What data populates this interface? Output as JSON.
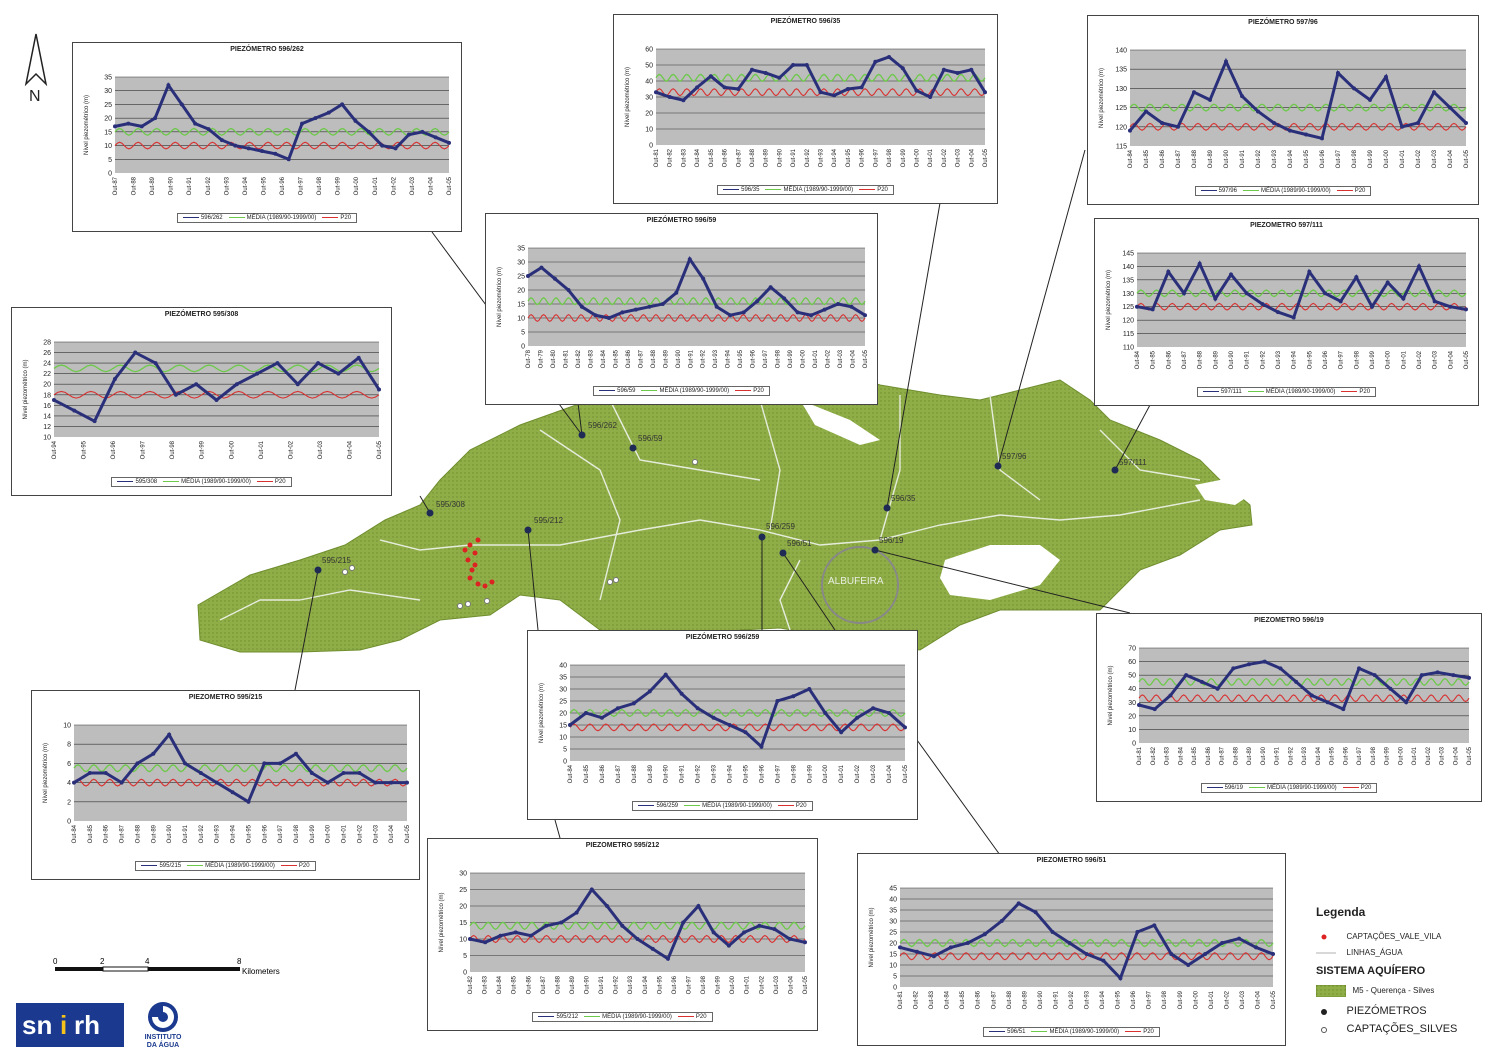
{
  "map": {
    "north_label": "N",
    "albufeira_label": "ALBUFEIRA",
    "scale_labels": [
      "0",
      "2",
      "4",
      "8"
    ],
    "scale_unit": "Kilometers",
    "aquifer_color": "#8fae48",
    "wells": [
      {
        "label": "596/262"
      },
      {
        "label": "596/59"
      },
      {
        "label": "595/308"
      },
      {
        "label": "595/212"
      },
      {
        "label": "595/215"
      },
      {
        "label": "596/259"
      },
      {
        "label": "596/51"
      },
      {
        "label": "596/35"
      },
      {
        "label": "596/19"
      },
      {
        "label": "597/96"
      },
      {
        "label": "597/111"
      }
    ]
  },
  "legend": {
    "title": "Legenda",
    "items": [
      {
        "label": "CAPTAÇÕES_VALE_VILA",
        "color": "#dd2222"
      },
      {
        "label": "LINHAS_ÁGUA",
        "color": "#dddddd"
      },
      {
        "label": "SISTEMA AQUÍFERO"
      },
      {
        "label": "M5 - Querença - Silves",
        "color": "#8fae48"
      },
      {
        "label": "PIEZÓMETROS",
        "color": "#222222"
      },
      {
        "label": "CAPTAÇÕES_SILVES",
        "color": "#888888"
      }
    ]
  },
  "logos": {
    "snirh": [
      "sn",
      "i",
      "rh"
    ],
    "inag": [
      "INSTITUTO",
      "DA ÁGUA"
    ]
  },
  "chart_data": [
    {
      "id": "596/262",
      "type": "line",
      "title": "PIEZÓMETRO 596/262",
      "ylabel": "Nível piezométrico (m)",
      "ylim": [
        0,
        35
      ],
      "yticks": [
        0,
        5,
        10,
        15,
        20,
        25,
        30,
        35
      ],
      "start_year": 1987,
      "end_year": 2005,
      "series_labels": [
        "596/262",
        "MÉDIA (1989/90-1999/00)",
        "P20"
      ],
      "mean": 15,
      "p20": 10,
      "values": [
        17,
        18,
        17,
        20,
        32,
        25,
        18,
        16,
        12,
        10,
        9,
        8,
        7,
        5,
        18,
        20,
        22,
        25,
        19,
        15,
        10,
        9,
        14,
        15,
        13,
        11
      ]
    },
    {
      "id": "596/35",
      "type": "line",
      "title": "PIEZÓMETRO 596/35",
      "ylabel": "Nível piezométrico (m)",
      "ylim": [
        0,
        60
      ],
      "yticks": [
        0,
        10,
        20,
        30,
        40,
        50,
        60
      ],
      "start_year": 1981,
      "end_year": 2005,
      "series_labels": [
        "596/35",
        "MÉDIA (1989/90-1999/00)",
        "P20"
      ],
      "mean": 42,
      "p20": 33,
      "values": [
        33,
        30,
        28,
        36,
        43,
        36,
        35,
        47,
        45,
        42,
        50,
        50,
        33,
        31,
        35,
        36,
        52,
        55,
        48,
        34,
        30,
        47,
        45,
        47,
        33
      ]
    },
    {
      "id": "597/96",
      "type": "line",
      "title": "PIEZÓMETRO 597/96",
      "ylabel": "Nível piezométrico (m)",
      "ylim": [
        115,
        140
      ],
      "yticks": [
        115,
        120,
        125,
        130,
        135,
        140
      ],
      "start_year": 1984,
      "end_year": 2005,
      "series_labels": [
        "597/96",
        "MÉDIA (1989/90-1999/00)",
        "P20"
      ],
      "mean": 125,
      "p20": 120,
      "values": [
        119,
        124,
        121,
        120,
        129,
        127,
        137,
        128,
        124,
        121,
        119,
        118,
        117,
        134,
        130,
        127,
        133,
        120,
        121,
        129,
        125,
        121
      ]
    },
    {
      "id": "596/59",
      "type": "line",
      "title": "PIEZÓMETRO 596/59",
      "ylabel": "Nível piezométrico (m)",
      "ylim": [
        0,
        35
      ],
      "yticks": [
        0,
        5,
        10,
        15,
        20,
        25,
        30,
        35
      ],
      "start_year": 1978,
      "end_year": 2005,
      "series_labels": [
        "596/59",
        "MÉDIA (1989/90-1999/00)",
        "P20"
      ],
      "mean": 16,
      "p20": 10,
      "values": [
        25,
        28,
        24,
        20,
        14,
        11,
        10,
        12,
        13,
        14,
        15,
        19,
        31,
        24,
        14,
        11,
        12,
        16,
        21,
        17,
        12,
        11,
        13,
        15,
        14,
        11
      ]
    },
    {
      "id": "597/111",
      "type": "line",
      "title": "PIEZOMETRO 597/111",
      "ylabel": "Nível piezométrico (m)",
      "ylim": [
        110,
        145
      ],
      "yticks": [
        110,
        115,
        120,
        125,
        130,
        135,
        140,
        145
      ],
      "start_year": 1984,
      "end_year": 2005,
      "series_labels": [
        "597/111",
        "MÉDIA (1989/90-1999/00)",
        "P20"
      ],
      "mean": 130,
      "p20": 125,
      "values": [
        125,
        124,
        138,
        130,
        141,
        128,
        137,
        130,
        126,
        123,
        121,
        138,
        130,
        127,
        136,
        125,
        134,
        128,
        140,
        127,
        125,
        124
      ]
    },
    {
      "id": "595/308",
      "type": "line",
      "title": "PIEZÓMETRO 595/308",
      "ylabel": "Nível piezométrico (m)",
      "ylim": [
        10,
        28
      ],
      "yticks": [
        10,
        12,
        14,
        16,
        18,
        20,
        22,
        24,
        26,
        28
      ],
      "start_year": 1994,
      "end_year": 2005,
      "series_labels": [
        "595/308",
        "MÉDIA (1989/90-1999/00)",
        "P20"
      ],
      "mean": 23,
      "p20": 18,
      "values": [
        17,
        15,
        13,
        21,
        26,
        24,
        18,
        20,
        17,
        20,
        22,
        24,
        20,
        24,
        22,
        25,
        19
      ]
    },
    {
      "id": "595/215",
      "type": "line",
      "title": "PIEZOMETRO 595/215",
      "ylabel": "Nível piezométrico (m)",
      "ylim": [
        0,
        10
      ],
      "yticks": [
        0,
        2,
        4,
        6,
        8,
        10
      ],
      "start_year": 1984,
      "end_year": 2005,
      "series_labels": [
        "595/215",
        "MÉDIA (1989/90-1999/00)",
        "P20"
      ],
      "mean": 5.5,
      "p20": 4,
      "values": [
        4,
        5,
        5,
        4,
        6,
        7,
        9,
        6,
        5,
        4,
        3,
        2,
        6,
        6,
        7,
        5,
        4,
        5,
        5,
        4,
        4,
        4
      ]
    },
    {
      "id": "596/259",
      "type": "line",
      "title": "PIEZÓMETRO 596/259",
      "ylabel": "Nível piezométrico (m)",
      "ylim": [
        0,
        40
      ],
      "yticks": [
        0,
        5,
        10,
        15,
        20,
        25,
        30,
        35,
        40
      ],
      "start_year": 1984,
      "end_year": 2005,
      "series_labels": [
        "596/259",
        "MÉDIA (1989/90-1999/00)",
        "P20"
      ],
      "mean": 20,
      "p20": 14,
      "values": [
        15,
        20,
        18,
        22,
        24,
        29,
        36,
        28,
        22,
        18,
        15,
        12,
        6,
        25,
        27,
        30,
        20,
        12,
        18,
        22,
        20,
        14
      ]
    },
    {
      "id": "596/19",
      "type": "line",
      "title": "PIEZOMETRO 596/19",
      "ylabel": "Nível piezométrico (m)",
      "ylim": [
        0,
        70
      ],
      "yticks": [
        0,
        10,
        20,
        30,
        40,
        50,
        60,
        70
      ],
      "start_year": 1981,
      "end_year": 2005,
      "series_labels": [
        "596/19",
        "MÉDIA (1989/90-1999/00)",
        "P20"
      ],
      "mean": 45,
      "p20": 33,
      "values": [
        28,
        25,
        35,
        50,
        45,
        40,
        55,
        58,
        60,
        55,
        45,
        35,
        30,
        25,
        55,
        50,
        40,
        30,
        50,
        52,
        50,
        48
      ]
    },
    {
      "id": "595/212",
      "type": "line",
      "title": "PIEZOMETRO 595/212",
      "ylabel": "Nível piezométrico (m)",
      "ylim": [
        0,
        30
      ],
      "yticks": [
        0,
        5,
        10,
        15,
        20,
        25,
        30
      ],
      "start_year": 1982,
      "end_year": 2005,
      "series_labels": [
        "595/212",
        "MÉDIA (1989/90-1999/00)",
        "P20"
      ],
      "mean": 14,
      "p20": 10,
      "values": [
        10,
        9,
        11,
        12,
        11,
        14,
        15,
        18,
        25,
        20,
        14,
        10,
        7,
        4,
        15,
        20,
        12,
        8,
        12,
        14,
        13,
        10,
        9
      ]
    },
    {
      "id": "596/51",
      "type": "line",
      "title": "PIEZOMETRO 596/51",
      "ylabel": "Nível piezométrico (m)",
      "ylim": [
        0,
        45
      ],
      "yticks": [
        0,
        5,
        10,
        15,
        20,
        25,
        30,
        35,
        40,
        45
      ],
      "start_year": 1981,
      "end_year": 2005,
      "series_labels": [
        "596/51",
        "MÉDIA (1989/90-1999/00)",
        "P20"
      ],
      "mean": 20,
      "p20": 14,
      "values": [
        18,
        16,
        14,
        18,
        20,
        24,
        30,
        38,
        34,
        25,
        20,
        15,
        12,
        4,
        25,
        28,
        15,
        10,
        15,
        20,
        22,
        18,
        15
      ]
    }
  ]
}
